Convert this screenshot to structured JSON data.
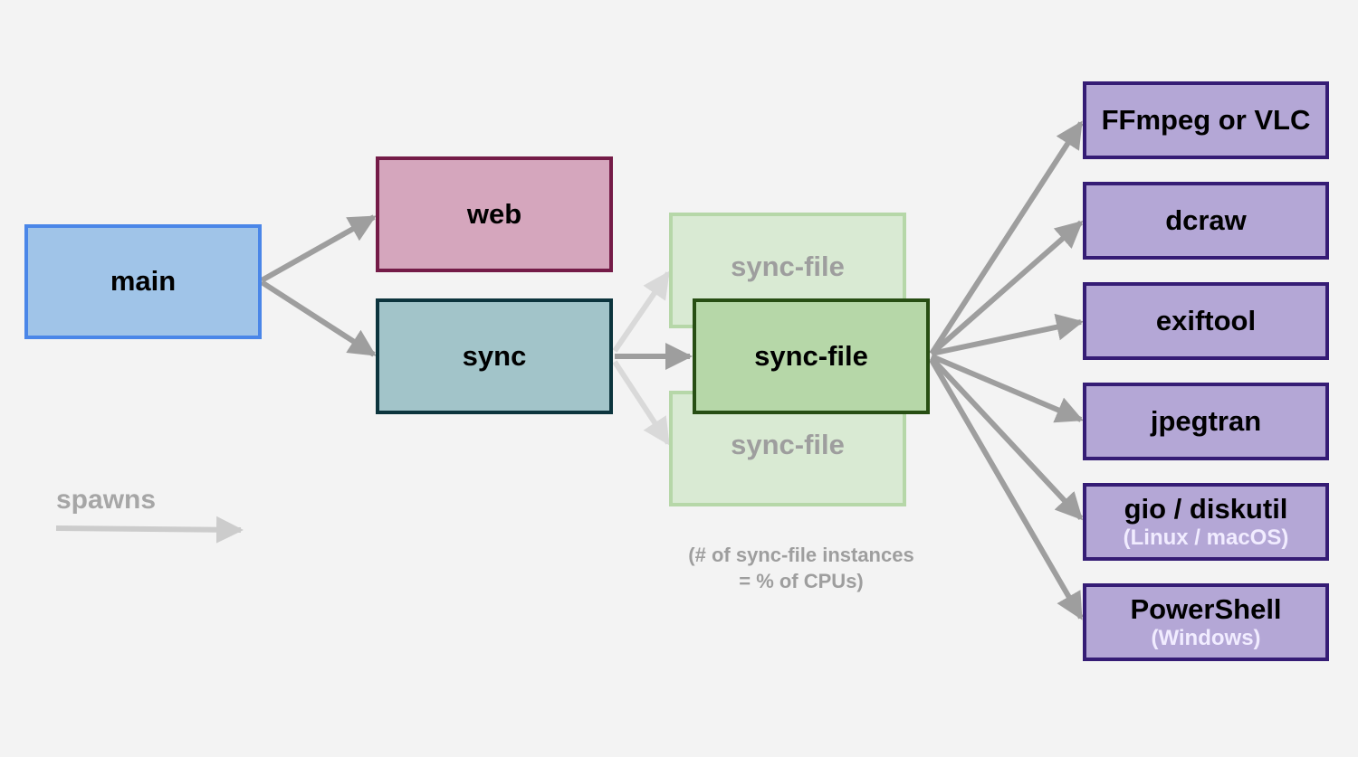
{
  "nodes": {
    "main": "main",
    "web": "web",
    "sync": "sync",
    "sync_file_ghost_top": "sync-file",
    "sync_file_ghost_bottom": "sync-file",
    "sync_file": "sync-file",
    "ffmpeg": "FFmpeg or VLC",
    "dcraw": "dcraw",
    "exiftool": "exiftool",
    "jpegtran": "jpegtran",
    "gio": {
      "title": "gio / diskutil",
      "subtitle": "(Linux / macOS)"
    },
    "powershell": {
      "title": "PowerShell",
      "subtitle": "(Windows)"
    }
  },
  "note": {
    "line1": "(# of sync-file instances",
    "line2": "= % of CPUs)"
  },
  "legend": {
    "label": "spawns"
  },
  "edges": [
    {
      "from": "main",
      "to": "web"
    },
    {
      "from": "main",
      "to": "sync"
    },
    {
      "from": "sync",
      "to": "sync-file"
    },
    {
      "from": "sync",
      "to": "sync-file",
      "ghost": true
    },
    {
      "from": "sync",
      "to": "sync-file",
      "ghost": true
    },
    {
      "from": "sync-file",
      "to": "FFmpeg or VLC"
    },
    {
      "from": "sync-file",
      "to": "dcraw"
    },
    {
      "from": "sync-file",
      "to": "exiftool"
    },
    {
      "from": "sync-file",
      "to": "jpegtran"
    },
    {
      "from": "sync-file",
      "to": "gio / diskutil"
    },
    {
      "from": "sync-file",
      "to": "PowerShell"
    }
  ],
  "colors": {
    "arrow": "#9e9e9e",
    "ghost_arrow": "#d9d9d9",
    "legend_arrow": "#cccccc",
    "main_fill": "#a0c4e8",
    "web_fill": "#d5a6bd",
    "sync_fill": "#a2c4c9",
    "sync_file_fill": "#b6d7a8",
    "tool_fill": "#b4a7d6"
  }
}
